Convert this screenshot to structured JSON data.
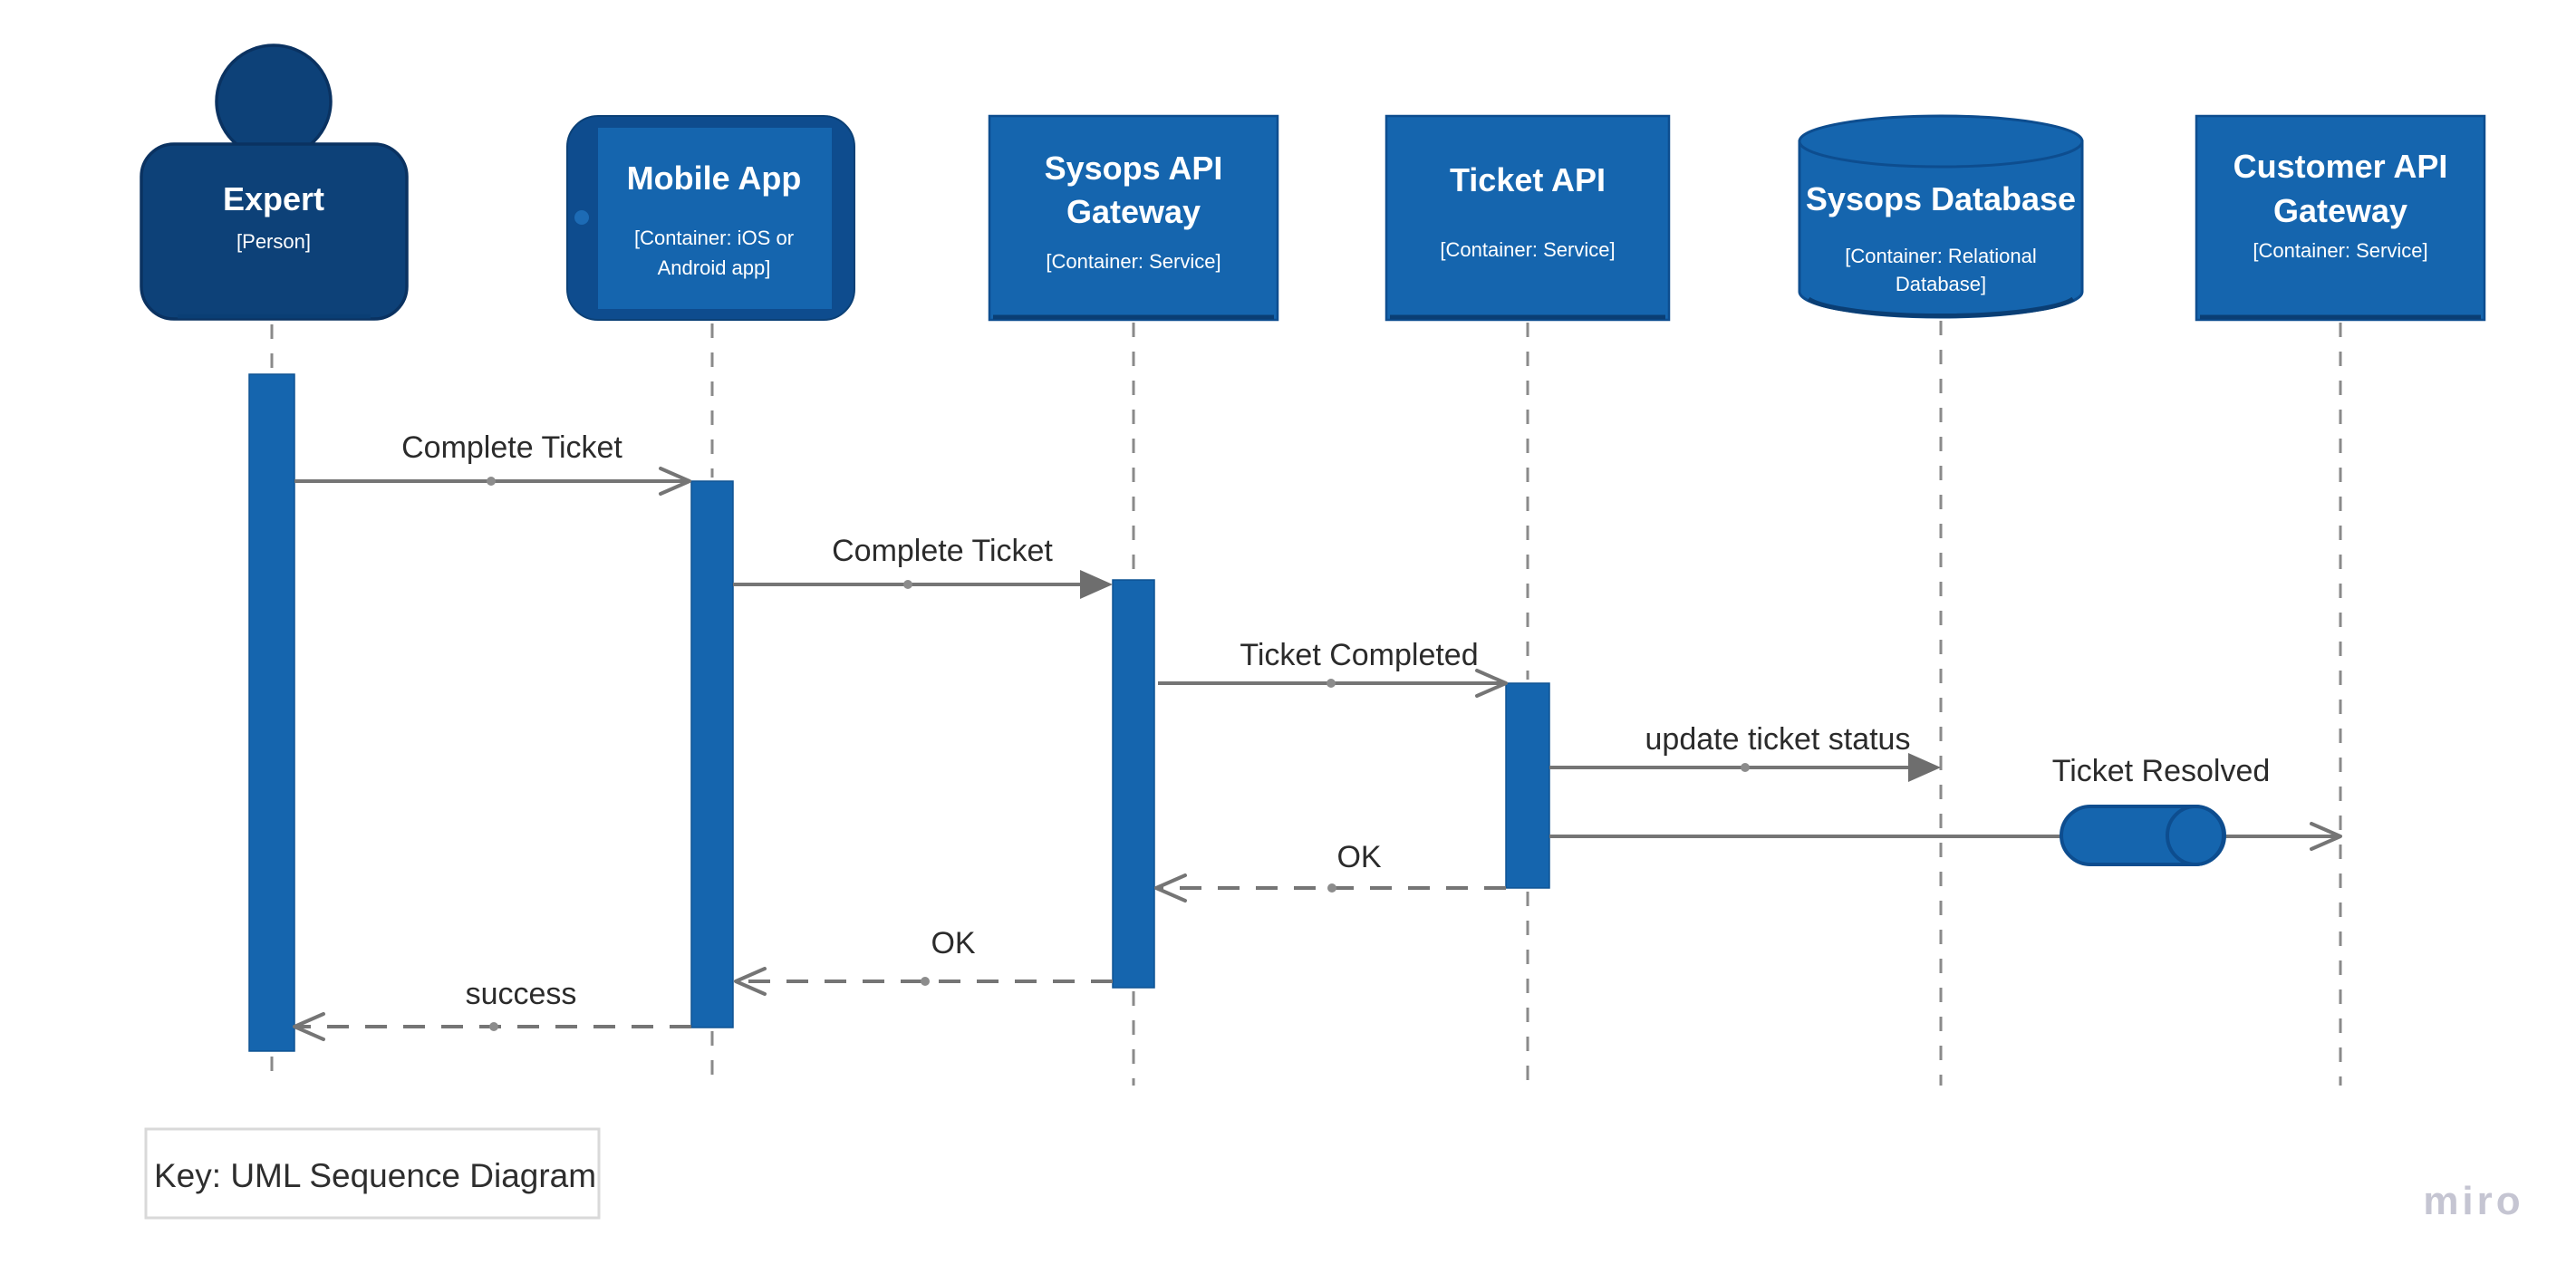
{
  "diagram": {
    "key_label": "Key: UML Sequence Diagram",
    "watermark": "miro",
    "colors": {
      "service_blue": "#1565ae",
      "person_navy": "#0d4178",
      "device_frame_blue": "#0e4c8e",
      "shape_stroke_blue": "#0d4d8f",
      "bottom_shadow_blue": "#0a3e74",
      "message_gray": "#757575",
      "lifeline_gray": "#8a8a8a",
      "label_text": "#2b2b2b",
      "key_border": "#d9d9d9",
      "watermark_gray": "#c5c5d2"
    },
    "actors": [
      {
        "id": "expert",
        "type": "person",
        "title": "Expert",
        "subtitle": "[Person]"
      },
      {
        "id": "mobile-app",
        "type": "mobile-device",
        "title": "Mobile App",
        "subtitle_lines": [
          "[Container: iOS or",
          "Android app]"
        ]
      },
      {
        "id": "sysops-api-gateway",
        "type": "service",
        "title_lines": [
          "Sysops API",
          "Gateway"
        ],
        "subtitle": "[Container: Service]"
      },
      {
        "id": "ticket-api",
        "type": "service",
        "title": "Ticket API",
        "subtitle": "[Container: Service]"
      },
      {
        "id": "sysops-database",
        "type": "database",
        "title": "Sysops Database",
        "subtitle_lines": [
          "[Container: Relational",
          "Database]"
        ]
      },
      {
        "id": "customer-api-gateway",
        "type": "service",
        "title_lines": [
          "Customer API",
          "Gateway"
        ],
        "subtitle": "[Container: Service]"
      }
    ],
    "messages": [
      {
        "label": "Complete Ticket",
        "from": "expert",
        "to": "mobile-app",
        "style": "solid",
        "arrowhead": "open"
      },
      {
        "label": "Complete Ticket",
        "from": "mobile-app",
        "to": "sysops-api-gateway",
        "style": "solid",
        "arrowhead": "filled"
      },
      {
        "label": "Ticket Completed",
        "from": "sysops-api-gateway",
        "to": "ticket-api",
        "style": "solid",
        "arrowhead": "open"
      },
      {
        "label": "update ticket status",
        "from": "ticket-api",
        "to": "sysops-database",
        "style": "solid",
        "arrowhead": "filled"
      },
      {
        "label": "Ticket Resolved",
        "from": "ticket-api",
        "to": "customer-api-gateway",
        "style": "solid",
        "arrowhead": "open",
        "queue_marker": true
      },
      {
        "label": "OK",
        "from": "ticket-api",
        "to": "sysops-api-gateway",
        "style": "dashed",
        "arrowhead": "open"
      },
      {
        "label": "OK",
        "from": "sysops-api-gateway",
        "to": "mobile-app",
        "style": "dashed",
        "arrowhead": "open"
      },
      {
        "label": "success",
        "from": "mobile-app",
        "to": "expert",
        "style": "dashed",
        "arrowhead": "open"
      }
    ]
  }
}
